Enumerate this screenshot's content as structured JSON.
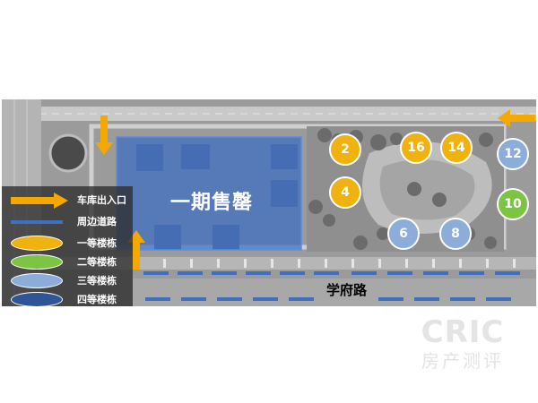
{
  "map": {
    "phase_label": "一期售罄",
    "road_label": "学府路",
    "colors": {
      "tier1": "#f0b20f",
      "tier2": "#7dc443",
      "tier3": "#8cadd9",
      "tier4": "#2f5597",
      "arrow": "#f5a800",
      "road_dash": "#3f6fc0",
      "sold_overlay": "#3b6cc4"
    },
    "buildings": [
      {
        "label": "2",
        "tier": 1
      },
      {
        "label": "4",
        "tier": 1
      },
      {
        "label": "16",
        "tier": 1
      },
      {
        "label": "14",
        "tier": 1
      },
      {
        "label": "6",
        "tier": 3
      },
      {
        "label": "8",
        "tier": 3
      },
      {
        "label": "12",
        "tier": 3
      },
      {
        "label": "10",
        "tier": 2
      }
    ]
  },
  "legend": {
    "items": [
      {
        "label": "车库出入口",
        "icon": "arrow-icon"
      },
      {
        "label": "周边道路",
        "icon": "road-dash-icon"
      },
      {
        "label": "一等楼栋",
        "icon": "ellipse-icon"
      },
      {
        "label": "二等楼栋",
        "icon": "ellipse-icon"
      },
      {
        "label": "三等楼栋",
        "icon": "ellipse-icon"
      },
      {
        "label": "四等楼栋",
        "icon": "ellipse-icon"
      }
    ]
  },
  "watermark": {
    "main": "CRIC",
    "sub": "房产测评"
  }
}
